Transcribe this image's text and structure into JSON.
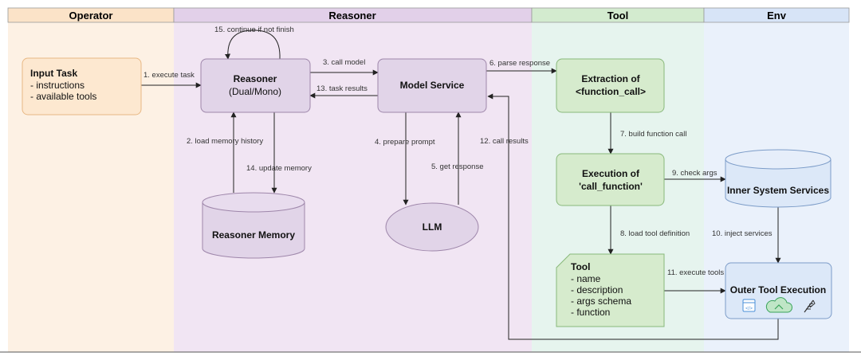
{
  "lanes": {
    "operator": "Operator",
    "reasoner": "Reasoner",
    "tool": "Tool",
    "env": "Env"
  },
  "nodes": {
    "input_task": {
      "title": "Input Task",
      "lines": [
        "- instructions",
        "- available tools"
      ]
    },
    "reasoner": {
      "title": "Reasoner",
      "subtitle": "(Dual/Mono)"
    },
    "model_service": {
      "title": "Model Service"
    },
    "reasoner_memory": {
      "title": "Reasoner Memory"
    },
    "llm": {
      "title": "LLM"
    },
    "extraction": {
      "line1": "Extraction of",
      "line2": "<function_call>"
    },
    "execution": {
      "line1": "Execution of",
      "line2": "'call_function'"
    },
    "tool_doc": {
      "title": "Tool",
      "lines": [
        "- name",
        "- description",
        "- args schema",
        "- function"
      ]
    },
    "inner_services": {
      "title": "Inner System Services"
    },
    "outer_tool": {
      "title": "Outer Tool Execution"
    }
  },
  "edges": {
    "e1": "1. execute task",
    "e2": "2. load memory history",
    "e3": "3. call model",
    "e4": "4. prepare prompt",
    "e5": "5. get response",
    "e6": "6. parse response",
    "e7": "7. build function call",
    "e8": "8. load tool definition",
    "e9": "9. check args",
    "e10": "10. inject services",
    "e11": "11. execute tools",
    "e12": "12. call results",
    "e13": "13. task results",
    "e14": "14. update memory",
    "e15": "15. continue if not finish"
  },
  "icons": [
    "code-window-icon",
    "cloud-icon",
    "feather-icon"
  ],
  "colors": {
    "operator_bg": "#fdf1e4",
    "reasoner_bg": "#f1e5f3",
    "tool_bg": "#e6f4ee",
    "env_bg": "#eaf1fb",
    "input_task_fill": "#fde8d0",
    "reasoner_node_fill": "#e1d4e8",
    "tool_node_fill": "#d6ebcd",
    "env_node_fill": "#dce8f8"
  }
}
